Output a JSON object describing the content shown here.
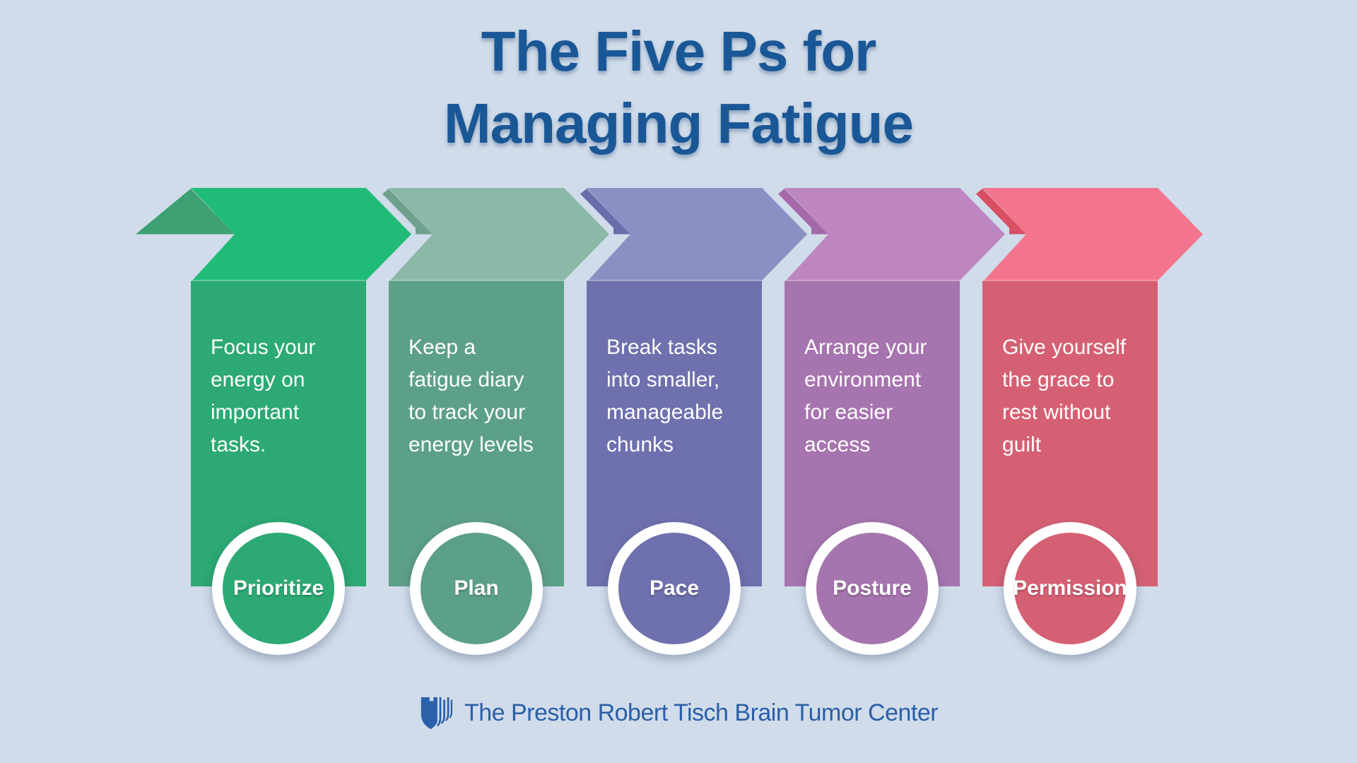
{
  "background_color": "#d0dcea",
  "title": {
    "text": "The Five Ps for\nManaging Fatigue",
    "color": "#1a5796"
  },
  "steps": [
    {
      "label": "Prioritize",
      "description": "Focus your\nenergy on\nimportant\ntasks.",
      "band_color": "#21bb78",
      "fold_color": "#3da173",
      "column_color": "#2ca974"
    },
    {
      "label": "Plan",
      "description": "Keep a\nfatigue diary\nto track your\nenergy levels",
      "band_color": "#8cb8a7",
      "fold_color": "#6fa08e",
      "column_color": "#5da088"
    },
    {
      "label": "Pace",
      "description": "Break tasks\ninto smaller,\nmanageable\nchunks",
      "band_color": "#8a90c3",
      "fold_color": "#6b6cab",
      "column_color": "#6f70ae"
    },
    {
      "label": "Posture",
      "description": "Arrange your\nenvironment\nfor easier\naccess",
      "band_color": "#bd86c0",
      "fold_color": "#a569ab",
      "column_color": "#a674ae"
    },
    {
      "label": "Permission",
      "description": "Give yourself\nthe grace to\nrest without\nguilt",
      "band_color": "#f3758d",
      "fold_color": "#d94f64",
      "column_color": "#d66073"
    }
  ],
  "footer": {
    "text": "The Preston Robert Tisch Brain Tumor Center",
    "color": "#2b5fa7",
    "logo_icon": "duke-shield",
    "logo_color": "#2b61aa"
  }
}
